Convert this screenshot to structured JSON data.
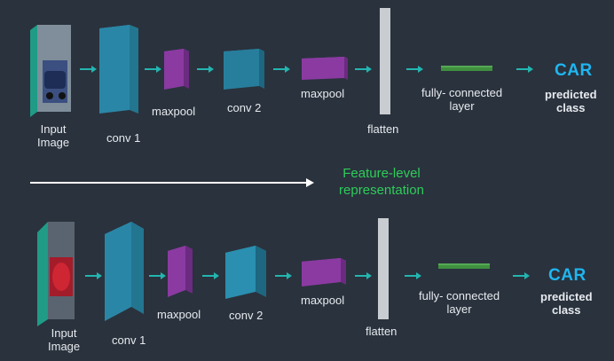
{
  "diagram": {
    "top": {
      "input_label": "Input\nImage",
      "conv1_label": "conv 1",
      "maxpool1_label": "maxpool",
      "conv2_label": "conv 2",
      "maxpool2_label": "maxpool",
      "flatten_label": "flatten",
      "fc_label": "fully- connected\nlayer",
      "output_class": "CAR",
      "output_label": "predicted\nclass"
    },
    "bottom": {
      "input_label": "Input\nImage",
      "conv1_label": "conv 1",
      "maxpool1_label": "maxpool",
      "conv2_label": "conv 2",
      "maxpool2_label": "maxpool",
      "flatten_label": "flatten",
      "fc_label": "fully- connected\nlayer",
      "output_class": "CAR",
      "output_label": "predicted\nclass"
    },
    "middle_caption": "Feature-level\nrepresentation"
  },
  "colors": {
    "background": "#2a323d",
    "conv": "#2a7f9a",
    "maxpool": "#8a3a9e",
    "fc": "#3a8a3a",
    "flatten": "#c9cdd1",
    "arrow": "#23b5b0",
    "caption": "#2ecc5a",
    "car": "#1fb6f0"
  }
}
